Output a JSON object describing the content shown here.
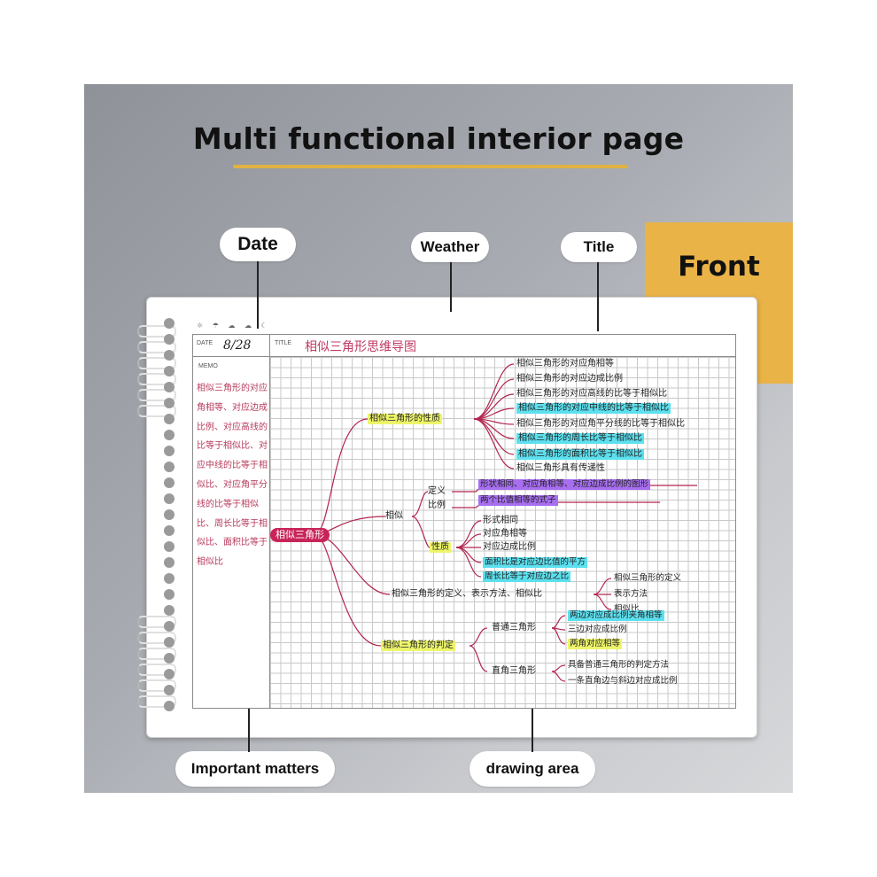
{
  "headline": "Multi functional interior page",
  "front_tab": "Front",
  "labels": {
    "date": "Date",
    "weather": "Weather",
    "title": "Title",
    "important": "Important matters",
    "drawing": "drawing area"
  },
  "page": {
    "date_label": "DATE",
    "date_value": "8/28",
    "title_label": "TITLE",
    "title_value": "相似三角形思维导图",
    "memo_label": "MEMO",
    "memo_text": "相似三角形的对应角相等、对应边成比例、对应高线的比等于相似比、对应中线的比等于相似比、对应角平分线的比等于相似比、周长比等于相似比、面积比等于相似比",
    "weather_icons": "☼ ☂ ☁ ☁ ☾"
  },
  "mindmap": {
    "root": "相似三角形",
    "b1": "相似三角形的性质",
    "b1_items": [
      "相似三角形的对应角相等",
      "相似三角形的对应边成比例",
      "相似三角形的对应高线的比等于相似比",
      "相似三角形的对应中线的比等于相似比",
      "相似三角形的对应角平分线的比等于相似比",
      "相似三角形的周长比等于相似比",
      "相似三角形的面积比等于相似比",
      "相似三角形具有传递性"
    ],
    "b2": "相似",
    "b2_def": "定义",
    "b2_ratio": "比例",
    "b2_def_text": "形状相同、对应角相等、对应边成比例的图形",
    "b2_ratio_text": "两个比值相等的式子",
    "b2_prop": "性质",
    "b2_prop_items": [
      "形式相同",
      "对应角相等",
      "对应边成比例",
      "面积比是对应边比值的平方",
      "周长比等于对应边之比"
    ],
    "b3": "相似三角形的定义、表示方法、相似比",
    "b3_items": [
      "相似三角形的定义",
      "表示方法",
      "相似比"
    ],
    "b4": "相似三角形的判定",
    "b4_a": "普通三角形",
    "b4_a_items": [
      "两边对应成比例夹角相等",
      "三边对应成比例",
      "两角对应相等"
    ],
    "b4_b": "直角三角形",
    "b4_b_items": [
      "具备普通三角形的判定方法",
      "一条直角边与斜边对应成比例"
    ]
  }
}
